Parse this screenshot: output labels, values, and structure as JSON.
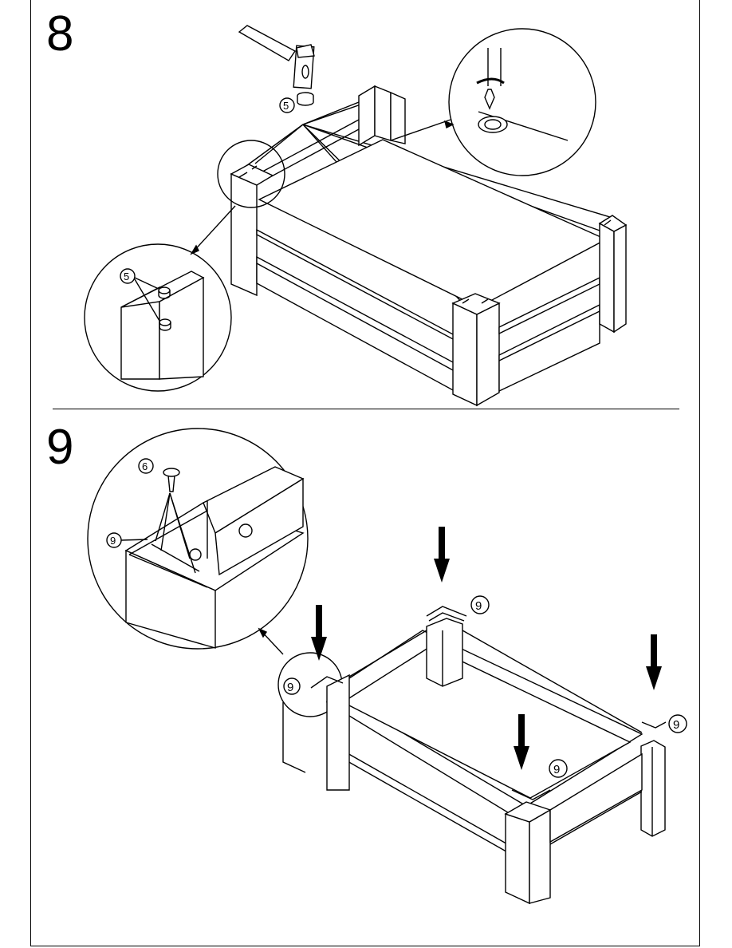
{
  "step_8": {
    "number": "8",
    "part_labels": [
      "5",
      "5"
    ]
  },
  "step_9": {
    "number": "9",
    "part_labels": [
      "6",
      "9",
      "9",
      "9",
      "9",
      "9"
    ]
  }
}
